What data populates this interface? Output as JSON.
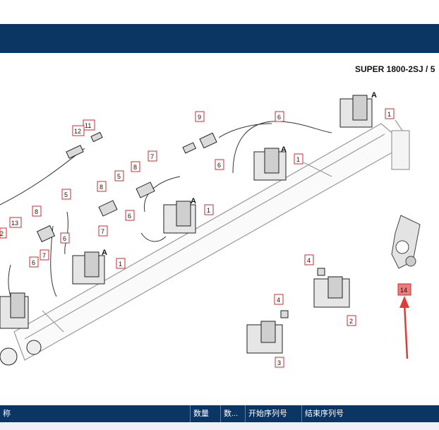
{
  "header": {
    "model_title": "SUPER 1800-2SJ / 5"
  },
  "diagram": {
    "callouts": {
      "c1": "1",
      "c2": "2",
      "c3": "3",
      "c4": "4",
      "c5": "5",
      "c6": "6",
      "c7": "7",
      "c8": "8",
      "c9": "9",
      "c11": "11",
      "c12": "12",
      "c13": "13",
      "c14": "14",
      "valve_mark": "A"
    },
    "colors": {
      "callout_border": "#d12b2b",
      "highlight_fill": "#e87d7d",
      "arrow": "#e53935"
    }
  },
  "table": {
    "columns": [
      "称",
      "数量",
      "数...",
      "开始序列号",
      "结束序列号"
    ]
  }
}
